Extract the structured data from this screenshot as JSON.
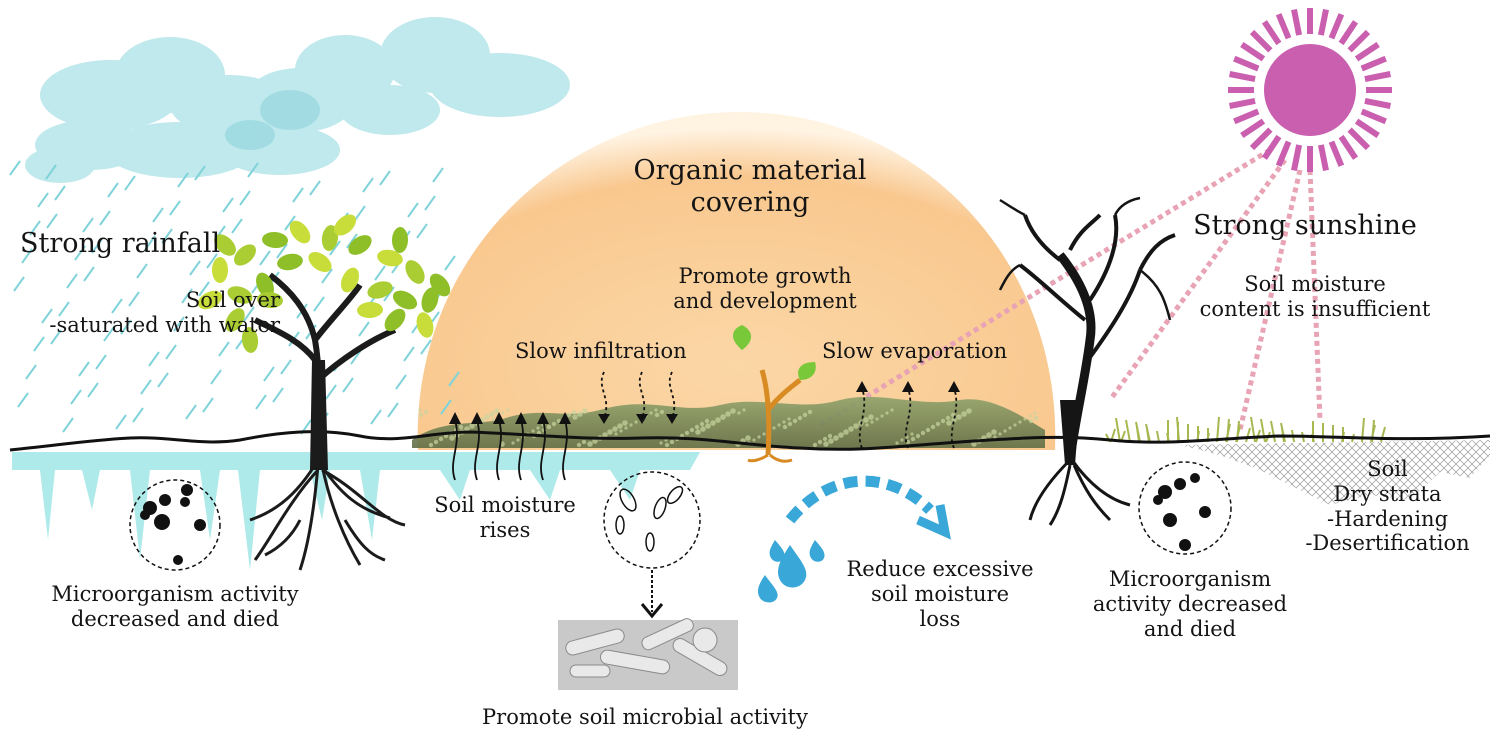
{
  "labels": {
    "strong_rainfall": "Strong rainfall",
    "soil_oversaturated": "Soil over\n-saturated with water",
    "organic_covering": "Organic material\ncovering",
    "promote_growth": "Promote growth\nand development",
    "slow_infiltration": "Slow infiltration",
    "slow_evaporation": "Slow evaporation",
    "strong_sunshine": "Strong sunshine",
    "moisture_insufficient": "Soil moisture\ncontent is insufficient",
    "moisture_rises": "Soil moisture\nrises",
    "micro_left": "Microorganism activity\ndecreased and died",
    "promote_microbial": "Promote soil microbial activity",
    "reduce_loss": "Reduce excessive\nsoil moisture\nloss",
    "micro_right": "Microorganism\nactivity decreased\nand died",
    "soil_dry": "Soil\nDry strata\n-Hardening\n-Desertification"
  },
  "colors": {
    "cloud": "#bfe9ec",
    "rain": "#7fd3d9",
    "water": "#aeeaea",
    "glow": "#f9c88f",
    "sun": "#c95fae",
    "sunray": "#e8a3b4",
    "leaf": "#a9cd32",
    "mulch": "#7d8f5e",
    "blue_arrow": "#39a7d8"
  },
  "icons": [
    "cloud-icon",
    "sun-icon",
    "tree-icon",
    "dead-tree-icon",
    "sprout-icon",
    "water-drop-icon",
    "microbe-circle-icon"
  ]
}
